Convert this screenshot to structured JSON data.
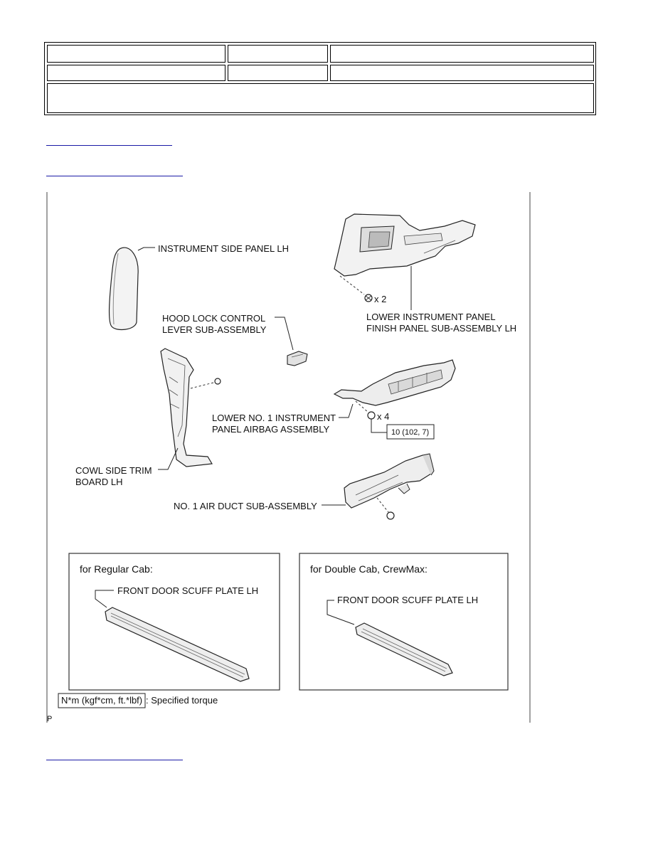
{
  "header_table": {
    "rows": [
      [
        "",
        "",
        ""
      ],
      [
        "",
        "",
        ""
      ],
      [
        ""
      ]
    ]
  },
  "illustration": {
    "labels": {
      "instrument_side_panel": "INSTRUMENT SIDE PANEL LH",
      "lower_instr_panel_line1": "LOWER INSTRUMENT PANEL",
      "lower_instr_panel_line2": "FINISH PANEL SUB-ASSEMBLY LH",
      "hood_lock_line1": "HOOD LOCK CONTROL",
      "hood_lock_line2": "LEVER SUB-ASSEMBLY",
      "airbag_line1": "LOWER NO. 1 INSTRUMENT",
      "airbag_line2": "PANEL AIRBAG ASSEMBLY",
      "cowl_line1": "COWL SIDE TRIM",
      "cowl_line2": "BOARD LH",
      "air_duct": "NO. 1 AIR DUCT SUB-ASSEMBLY",
      "qty_x2": "x 2",
      "qty_x4": "x 4",
      "torque_value": "10 (102, 7)"
    },
    "regular_cab_box": {
      "title": "for Regular Cab:",
      "part_label": "FRONT DOOR SCUFF PLATE LH"
    },
    "double_cab_box": {
      "title": "for Double Cab, CrewMax:",
      "part_label": "FRONT DOOR SCUFF PLATE LH"
    },
    "legend": {
      "unit_box": "N*m (kgf*cm, ft.*lbf)",
      "unit_text": ": Specified torque"
    },
    "figure_code": "P"
  }
}
